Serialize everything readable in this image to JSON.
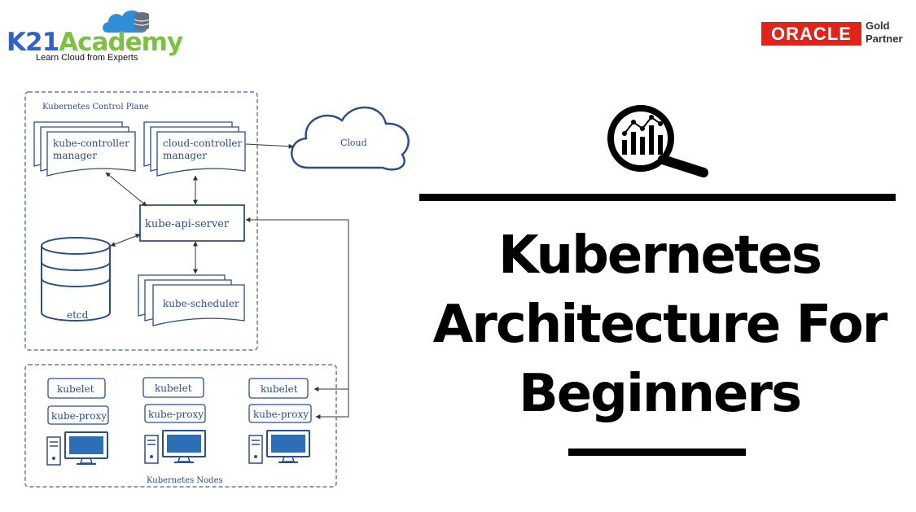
{
  "brand": {
    "logo_k21": "K21",
    "logo_academy": "Academy",
    "tagline": "Learn Cloud from Experts",
    "partner_logo": "ORACLE",
    "partner_level_line1": "Gold",
    "partner_level_line2": "Partner"
  },
  "diagram": {
    "control_plane_label": "Kubernetes Control Plane",
    "nodes_label": "Kubernetes Nodes",
    "cloud_label": "Cloud",
    "kube_controller_manager": [
      "kube-controller",
      "manager"
    ],
    "cloud_controller_manager": [
      "cloud-controller",
      "manager"
    ],
    "api_server": "kube-api-server",
    "etcd": "etcd",
    "scheduler": "kube-scheduler",
    "nodes": [
      {
        "kubelet": "kubelet",
        "proxy": "kube-proxy"
      },
      {
        "kubelet": "kubelet",
        "proxy": "kube-proxy"
      },
      {
        "kubelet": "kubelet",
        "proxy": "kube-proxy"
      }
    ]
  },
  "title": {
    "line1": "Kubernetes",
    "line2": "Architecture For",
    "line3": "Beginners"
  },
  "colors": {
    "diagram_blue": "#2c4e8a",
    "oracle_red": "#e2231a",
    "logo_blue": "#2f63c7",
    "logo_green": "#7cc242"
  },
  "icons": [
    "cloud-database-icon",
    "analytics-magnifier-icon"
  ]
}
